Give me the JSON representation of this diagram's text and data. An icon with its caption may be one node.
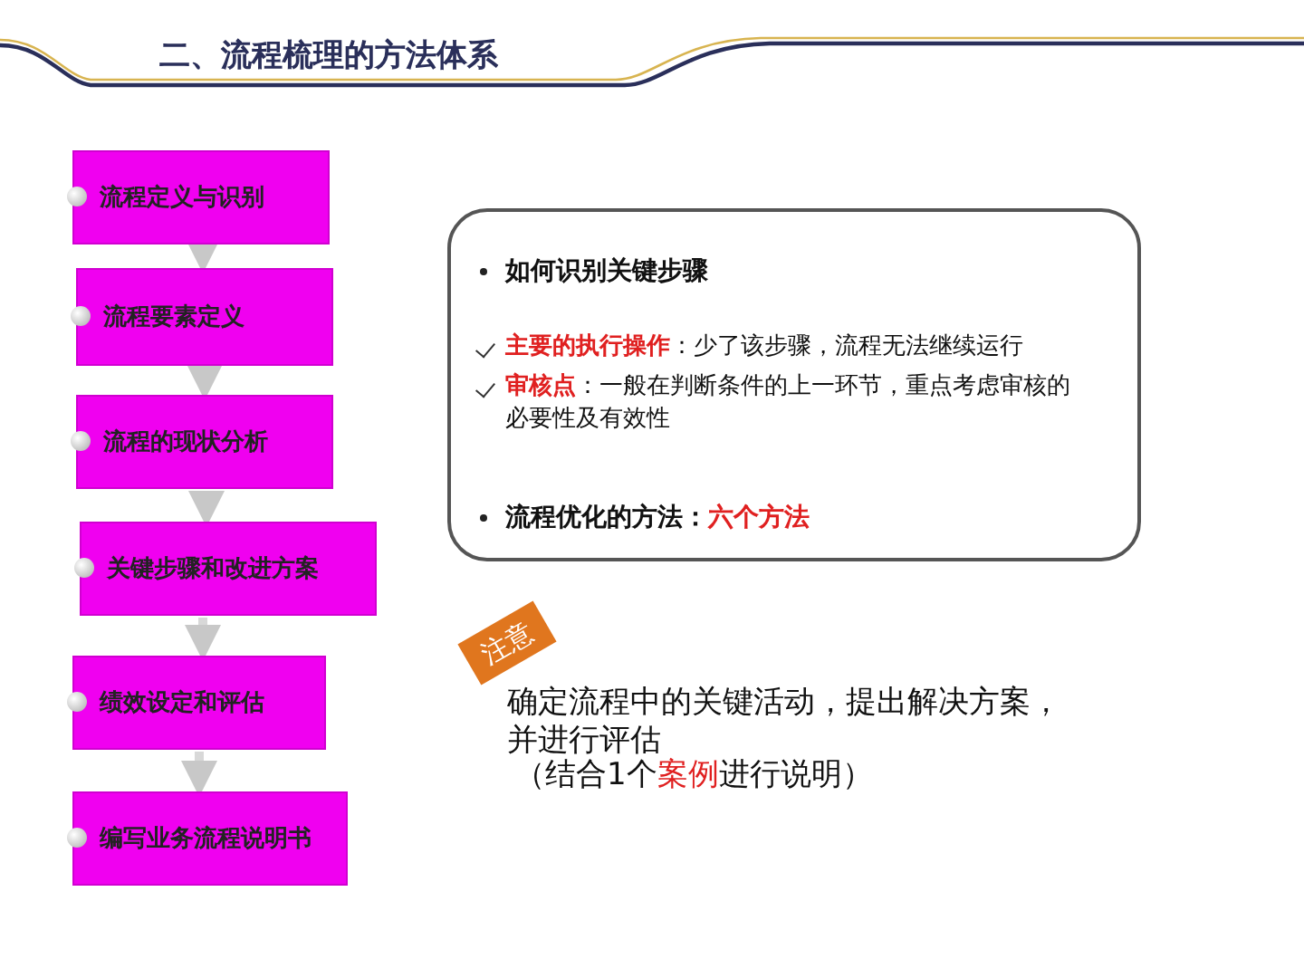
{
  "diagram": {
    "title": "二、流程梳理的方法体系",
    "nodes": [
      {
        "text": [
          "流程定义与识别"
        ]
      },
      {
        "text": [
          "流程要素定义"
        ]
      },
      {
        "text": [
          "流程的现状分析"
        ]
      },
      {
        "text": [
          "关键步骤和改进方案"
        ]
      },
      {
        "text": [
          "绩效设定和评估"
        ]
      },
      {
        "text": [
          "编写业务流程说明书"
        ]
      },
      {
        "text": [
          "如何识别关键步骤",
          "**主要的执行操作**：少了该步骤，流程无法继续运行",
          "**审核点**：一般在判断条件的上一环节，重点考虑审核的必要性及有效性",
          "流程优化的方法：**六个方法**"
        ]
      },
      {
        "text": [
          "注意"
        ]
      }
    ],
    "edges": [
      {
        "from": 0,
        "to": 1,
        "arrow": "to"
      },
      {
        "from": 1,
        "to": 2,
        "arrow": "to"
      },
      {
        "from": 2,
        "to": 3,
        "arrow": "to"
      },
      {
        "from": 3,
        "to": 4,
        "arrow": "to"
      },
      {
        "from": 4,
        "to": 5,
        "arrow": "to"
      }
    ],
    "labels": [
      "确定流程中的关键活动，提出解决方案，并进行评估",
      "（结合1个**案例**进行说明）"
    ]
  }
}
